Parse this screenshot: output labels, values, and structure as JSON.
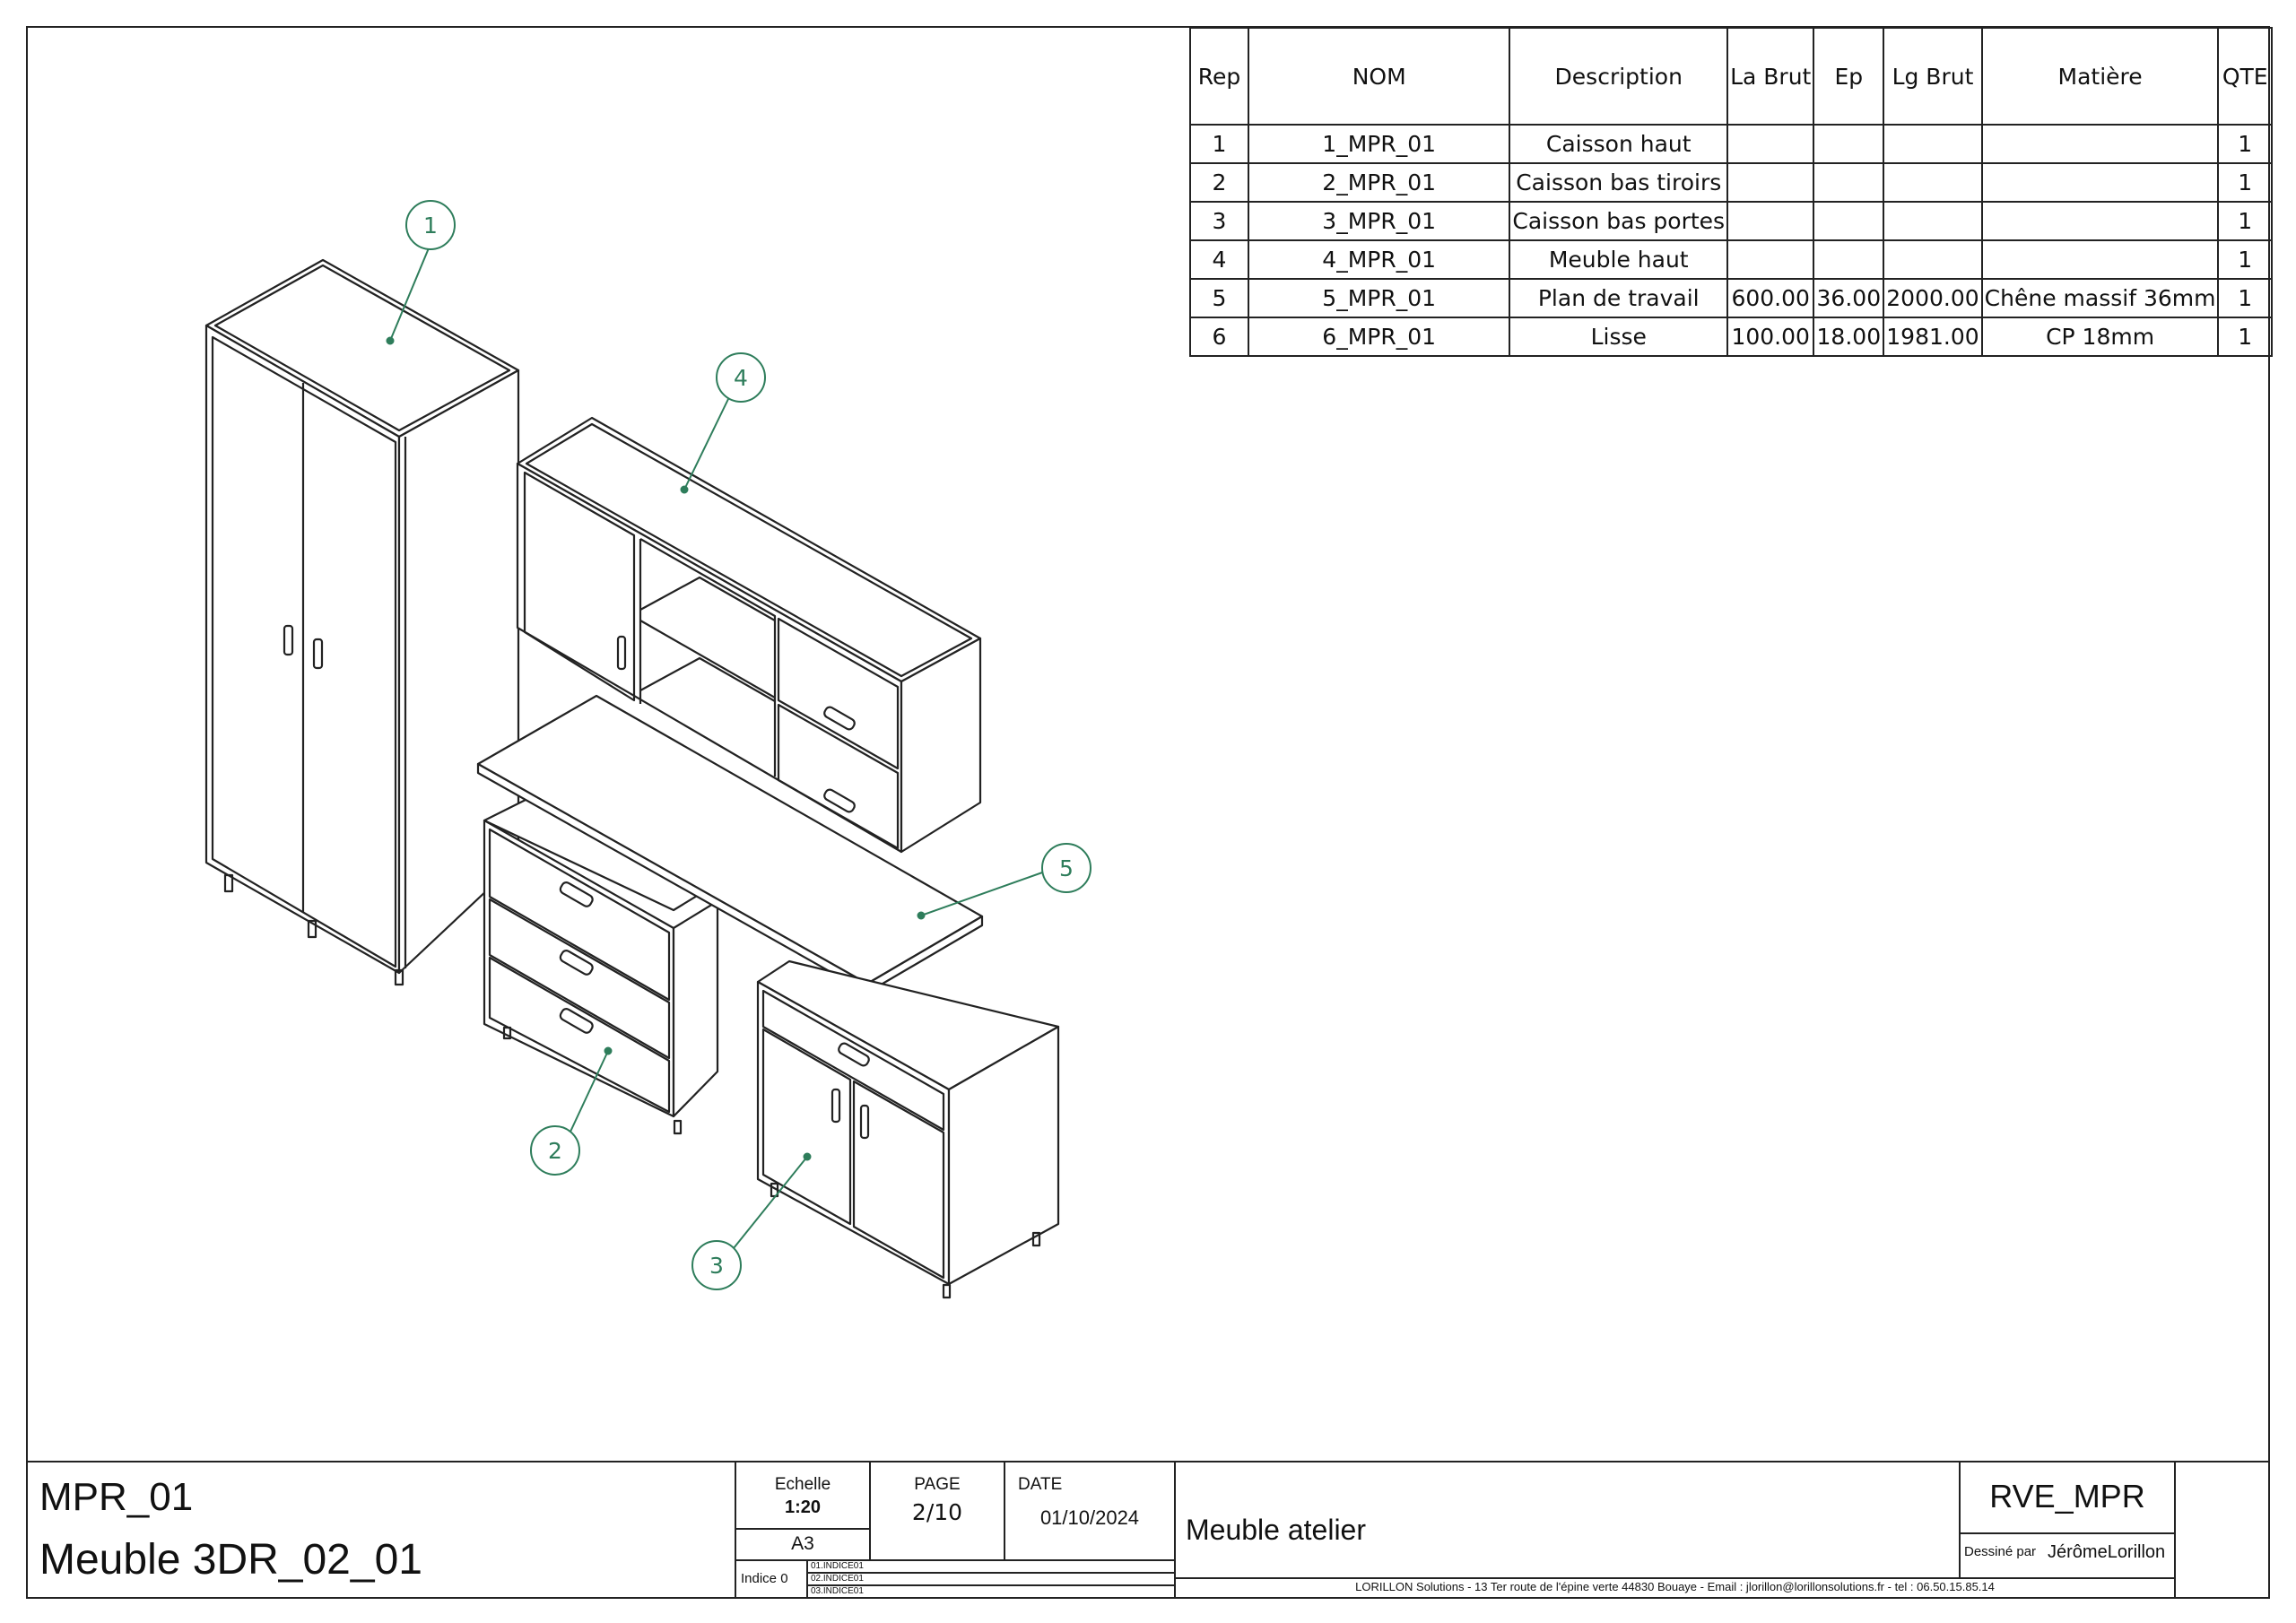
{
  "bom": {
    "headers": [
      "Rep",
      "NOM",
      "Description",
      "La Brut",
      "Ep",
      "Lg Brut",
      "Matière",
      "QTE"
    ],
    "rows": [
      [
        "1",
        "1_MPR_01",
        "Caisson haut",
        "",
        "",
        "",
        "",
        "1"
      ],
      [
        "2",
        "2_MPR_01",
        "Caisson bas tiroirs",
        "",
        "",
        "",
        "",
        "1"
      ],
      [
        "3",
        "3_MPR_01",
        "Caisson bas portes",
        "",
        "",
        "",
        "",
        "1"
      ],
      [
        "4",
        "4_MPR_01",
        "Meuble haut",
        "",
        "",
        "",
        "",
        "1"
      ],
      [
        "5",
        "5_MPR_01",
        "Plan de travail",
        "600.00",
        "36.00",
        "2000.00",
        "Chêne massif 36mm",
        "1"
      ],
      [
        "6",
        "6_MPR_01",
        "Lisse",
        "100.00",
        "18.00",
        "1981.00",
        "CP 18mm",
        "1"
      ]
    ]
  },
  "balloons": [
    "1",
    "2",
    "3",
    "4",
    "5"
  ],
  "title_block": {
    "code": "MPR_01",
    "name": "Meuble 3DR_02_01",
    "scale_label": "Echelle",
    "scale_value": "1:20",
    "format": "A3",
    "index_label": "Indice 0",
    "revisions": [
      "01.INDICE01",
      "02.INDICE01",
      "03.INDICE01"
    ],
    "page_label": "PAGE",
    "page_value": "2/10",
    "date_label": "DATE",
    "date_value": "01/10/2024",
    "title": "Meuble atelier",
    "project_code": "RVE_MPR",
    "drawn_by_label": "Dessiné par",
    "drawn_by": "JérômeLorillon",
    "footer": "LORILLON Solutions - 13 Ter route de l'épine verte 44830 Bouaye - Email : jlorillon@lorillonsolutions.fr - tel : 06.50.15.85.14"
  },
  "colors": {
    "line": "#222222",
    "balloon": "#2e7d5b"
  }
}
